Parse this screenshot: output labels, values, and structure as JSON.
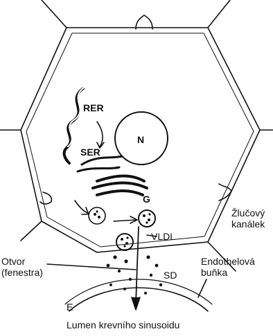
{
  "labels": {
    "rer": "RER",
    "ser": "SER",
    "n": "N",
    "g": "G",
    "vldl": "VLDL",
    "zlucovy_1": "Žlučový",
    "zlucovy_2": "kanálek",
    "otvor_1": "Otvor",
    "otvor_2": "(fenestra)",
    "endo_1": "Endothelová",
    "endo_2": "buňka",
    "sd": "SD",
    "e": "E",
    "lumen": "Lumen krevního sinusoidu"
  },
  "colors": {
    "ink": "#111111",
    "background": "#ffffff"
  }
}
